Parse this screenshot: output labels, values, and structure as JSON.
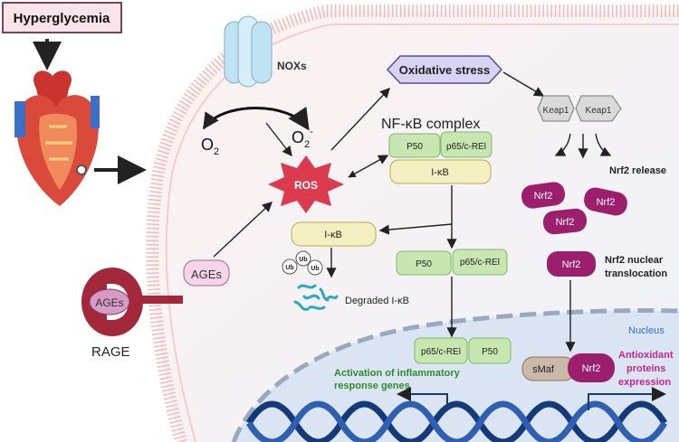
{
  "trigger": {
    "label": "Hyperglycemia"
  },
  "membrane": {
    "nox_label": "NOXs",
    "o2": "O",
    "o2_sub": "2",
    "superoxide": "O",
    "superoxide_sub": "2",
    "superoxide_sup": "-"
  },
  "ros": {
    "label": "ROS"
  },
  "oxidative_stress": {
    "label": "Oxidative stress"
  },
  "nfkb": {
    "complex_title": "NF-κB complex",
    "p50": "P50",
    "p65": "p65/c-REl",
    "ikb": "I-κB",
    "free_p50": "P50",
    "free_p65": "p65/c-REl",
    "nuclear_p65": "p65/c-REl",
    "nuclear_p50": "P50"
  },
  "degradation": {
    "ikb": "I-κB",
    "ub1": "Ub",
    "ub2": "Ub",
    "ub3": "Ub",
    "degraded_label": "Degraded I-κB"
  },
  "ages": {
    "free_label": "AGEs",
    "bound_label": "AGEs",
    "receptor_label": "RAGE"
  },
  "nrf2": {
    "keap1_left": "Keap1",
    "keap1_right": "Keap1",
    "release_label": "Nrf2 release",
    "released": [
      "Nrf2",
      "Nrf2",
      "Nrf2"
    ],
    "translocating": "Nrf2",
    "translocation_label_1": "Nrf2 nuclear",
    "translocation_label_2": "translocation",
    "smaf": "sMaf",
    "bound": "Nrf2"
  },
  "nucleus": {
    "label": "Nucleus",
    "inflammatory_1": "Activation of inflammatory",
    "inflammatory_2": "response genes",
    "antioxidant_1": "Antioxidant",
    "antioxidant_2": "proteins",
    "antioxidant_3": "expression"
  },
  "colors": {
    "nrf2": "#9c1f6e",
    "nfkb_box": "#c8e6b0",
    "ikb_box": "#f3efc0",
    "ros": "#dc3a4e",
    "oxidative_box": "#d8d3f3",
    "dna": "#143a78",
    "green_text": "#2e8b2e",
    "pink_text": "#c2268f",
    "nucleus_text": "#2a6fd6",
    "membrane": "#f3b8b8"
  }
}
